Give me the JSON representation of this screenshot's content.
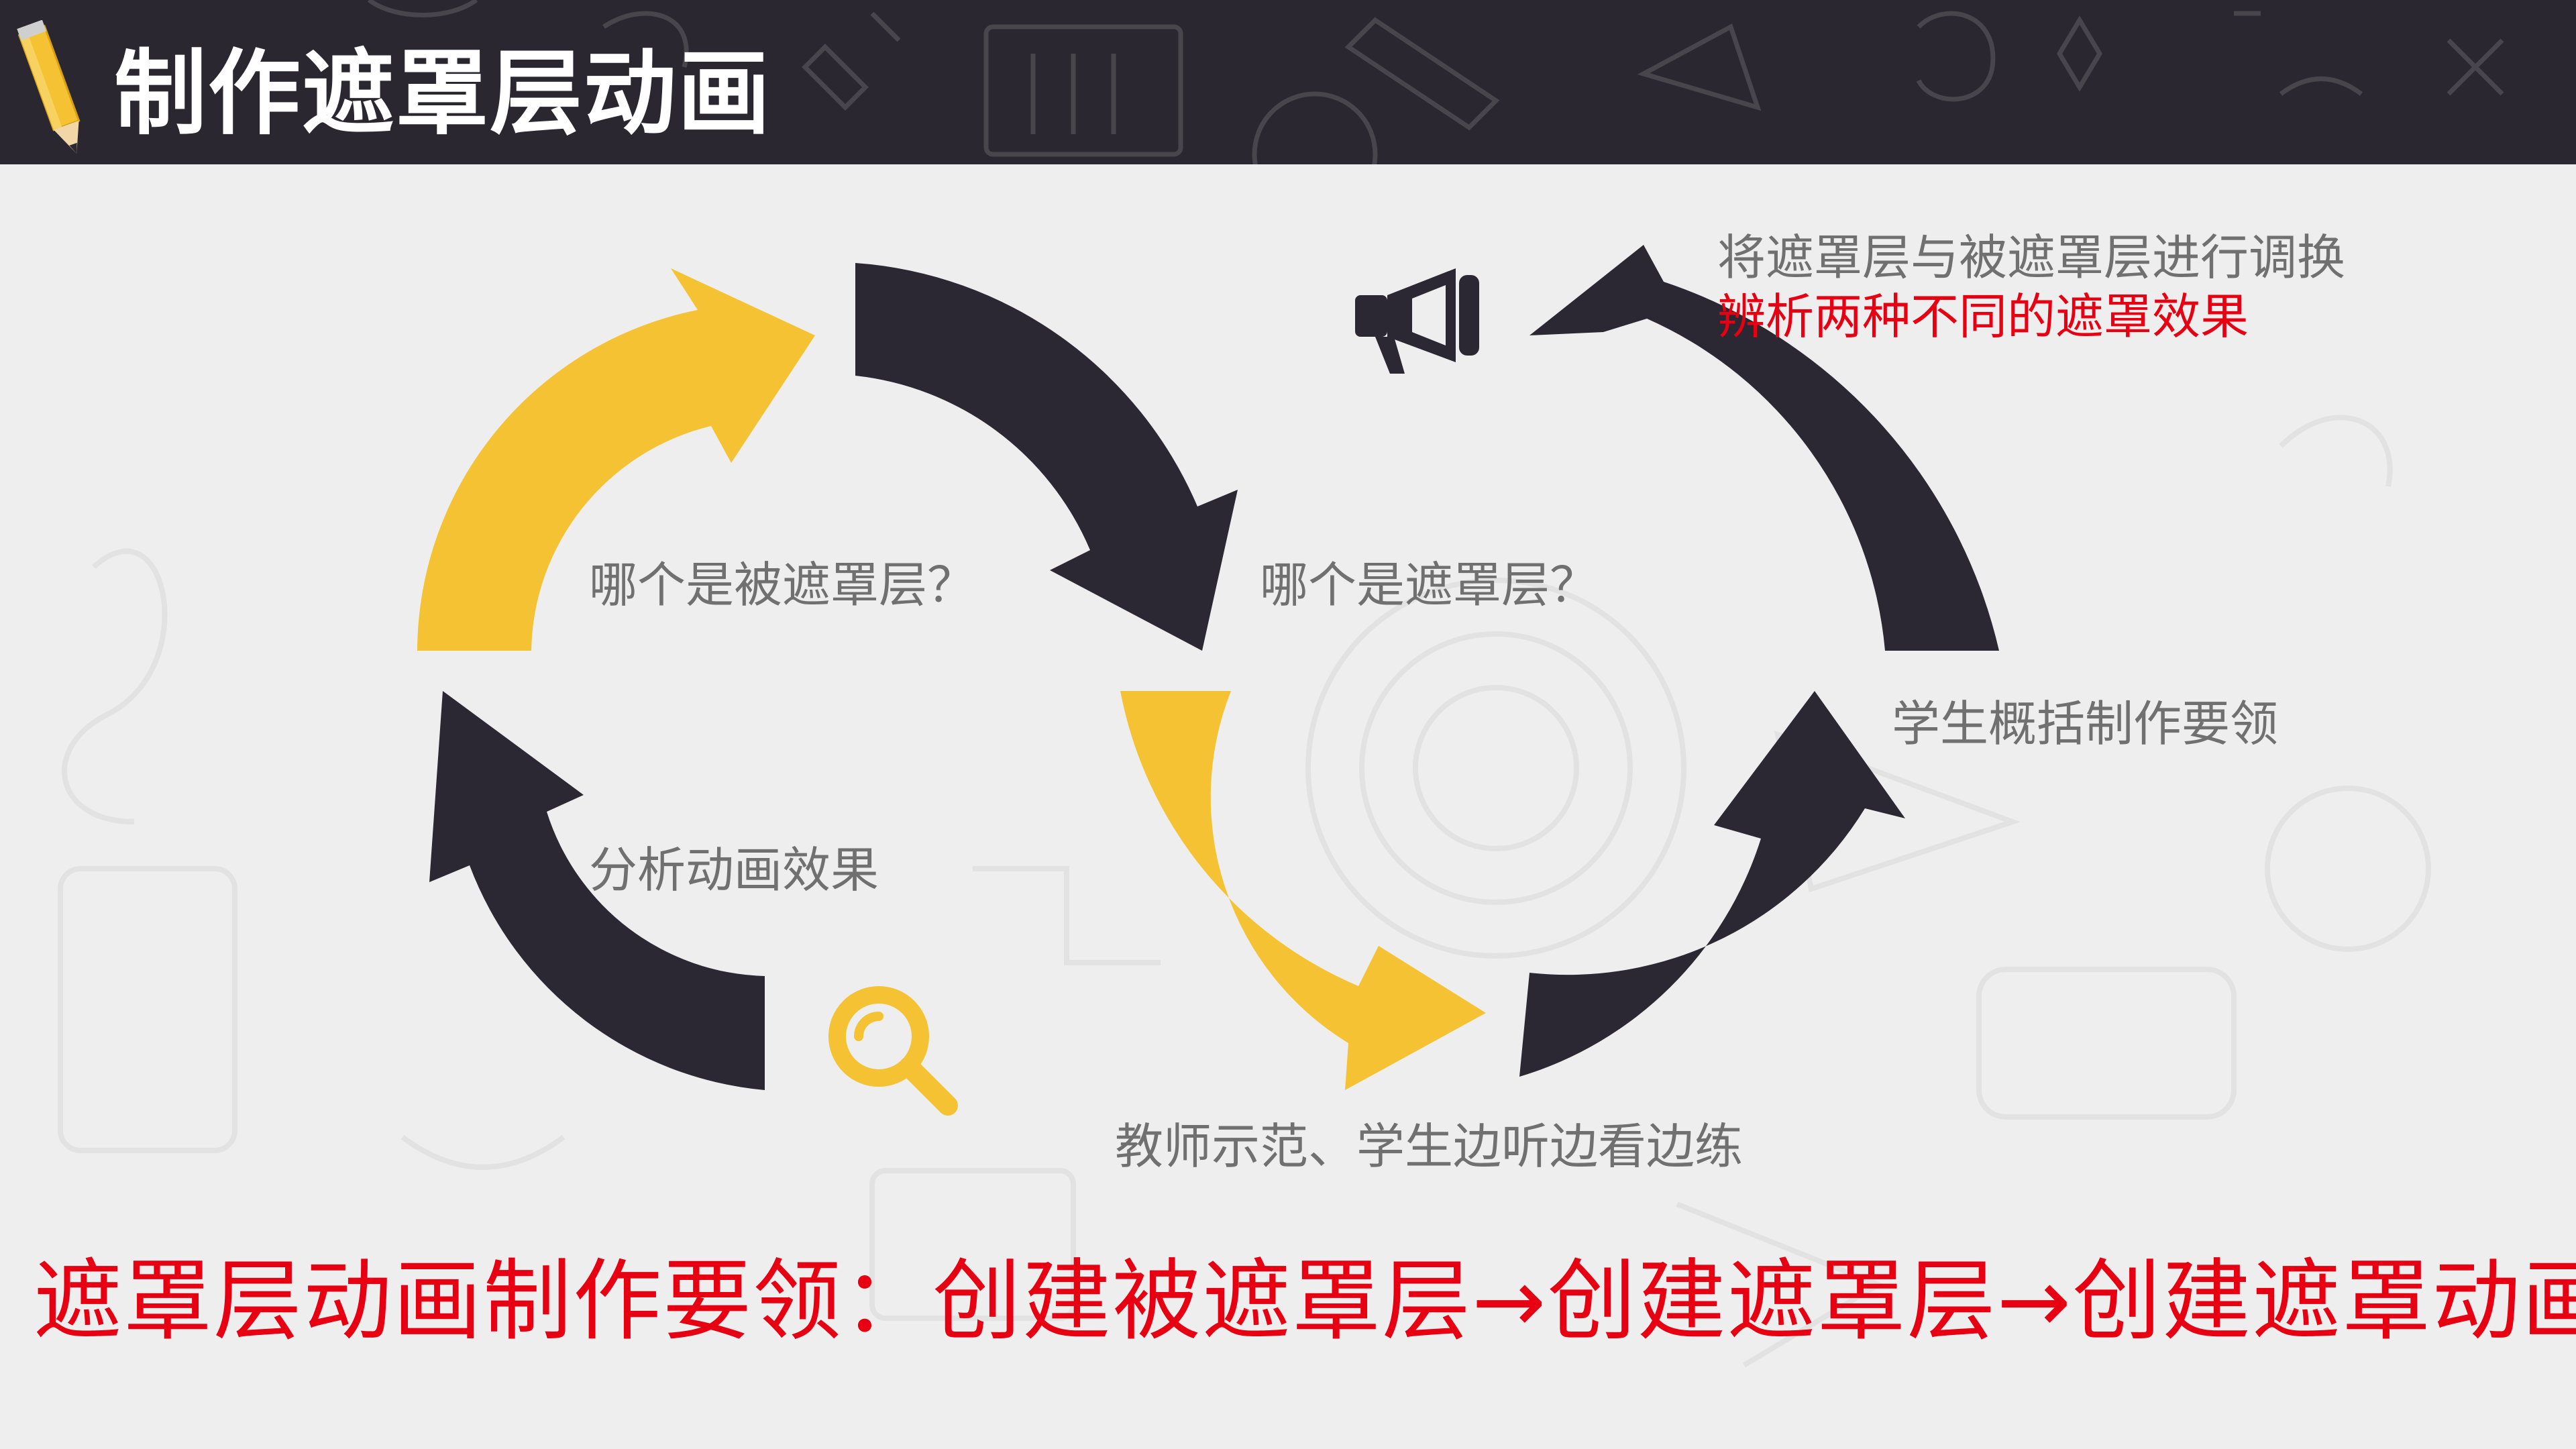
{
  "header": {
    "title": "制作遮罩层动画"
  },
  "cycle": {
    "labels": {
      "which_masked": "哪个是被遮罩层？",
      "which_mask": "哪个是遮罩层？",
      "swap_line1": "将遮罩层与被遮罩层进行调换",
      "swap_line2": "辨析两种不同的遮罩效果",
      "student_summary": "学生概括制作要领",
      "analyze": "分析动画效果",
      "teacher_demo": "教师示范、学生边听边看边练"
    },
    "icons": {
      "megaphone": "megaphone-icon",
      "magnifier": "magnifier-icon",
      "pencil": "pencil-icon"
    }
  },
  "summary": {
    "text": "遮罩层动画制作要领：创建被遮罩层→创建遮罩层→创建遮罩动画"
  },
  "colors": {
    "header_bg": "#2a2730",
    "slide_bg": "#eeeeee",
    "arrow_yellow": "#f4c232",
    "arrow_dark": "#2b2833",
    "label_gray": "#707070",
    "accent_red": "#e60012"
  }
}
